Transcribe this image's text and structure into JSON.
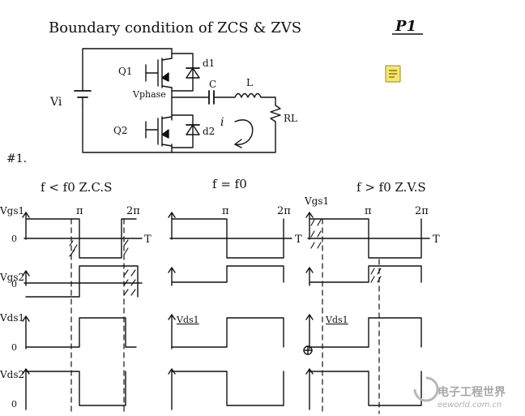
{
  "header": {
    "title": "Boundary condition of ZCS & ZVS",
    "page_tag": "P1"
  },
  "circuit": {
    "input_label": "Vi",
    "q1_label": "Q1",
    "q2_label": "Q2",
    "d1_label": "d1",
    "d2_label": "d2",
    "phase_label": "Vphase",
    "cap_label": "C",
    "ind_label": "L",
    "current_label": "i",
    "load_label": "RL"
  },
  "case_marker": "#1.",
  "columns": [
    {
      "title": "f < f0 Z.C.S"
    },
    {
      "title": "f = f0"
    },
    {
      "title": "f > f0 Z.V.S"
    }
  ],
  "rows": {
    "vgs1": "Vgs1",
    "vgs2": "Vgs2",
    "vds1": "Vds1",
    "vds2": "Vds2",
    "zero": "0",
    "period": "T",
    "pi": "π",
    "two_pi": "2π"
  },
  "watermark": {
    "cn": "电子工程世界",
    "site": "eeworld.com.cn"
  },
  "icons": {
    "note": "note-icon"
  }
}
